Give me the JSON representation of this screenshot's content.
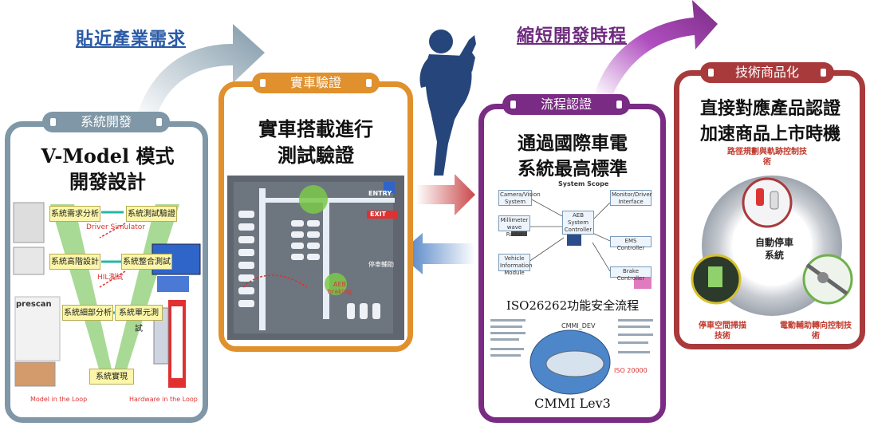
{
  "flow": {
    "arrow_top_left": "貼近產業需求",
    "arrow_top_right": "縮短開發時程"
  },
  "cards": {
    "system_dev": {
      "tab": "系統開發",
      "title_line1": "V-Model 模式",
      "title_line2": "開發設計",
      "v_boxes": [
        "系統需求分析",
        "系統測試驗證",
        "系統高階設計",
        "系統整合測試",
        "系統細部分析",
        "系統單元測試",
        "系統實現"
      ],
      "simulator_labels": [
        "Driver Simulator",
        "HIL測試"
      ],
      "bottom_labels": [
        "Model in the Loop",
        "Hardware in the Loop"
      ],
      "prescan": "prescan"
    },
    "vehicle_test": {
      "tab": "實車驗證",
      "title_line1": "實車搭載進行",
      "title_line2": "測試驗證",
      "map_labels": {
        "entry": "ENTRY",
        "exit": "EXIT",
        "aeb": "AEB braking",
        "parking": "停車輔助"
      }
    },
    "process_cert": {
      "tab": "流程認證",
      "title_line1": "通過國際車電",
      "title_line2": "系統最高標準",
      "diagram_title": "System Scope",
      "aeb_center": "AEB System Controller",
      "diagram_boxes": [
        "Camera/Vision System",
        "Millimeter wave Radar",
        "Vehicle Information Module",
        "Monitor/Driver Interface",
        "EMS Controller",
        "Brake Controller"
      ],
      "iso": "ISO26262功能安全流程",
      "cmmi_labels": [
        "CMMI_DEV",
        "ISO 20000"
      ],
      "cmmi": "CMMI Lev3"
    },
    "commercialize": {
      "tab": "技術商品化",
      "title_line1": "直接對應產品認證",
      "title_line2": "加速商品上市時機",
      "tech_top": "路徑規劃與軌跡控制技術",
      "center": "自動停車系統",
      "tech_left": "停車空間掃描技術",
      "tech_right": "電動輔助轉向控制技術"
    }
  },
  "colors": {
    "system_dev": "#7f97a6",
    "vehicle_test": "#e0902c",
    "process_cert": "#7a2b83",
    "commercialize": "#a83a3c"
  }
}
